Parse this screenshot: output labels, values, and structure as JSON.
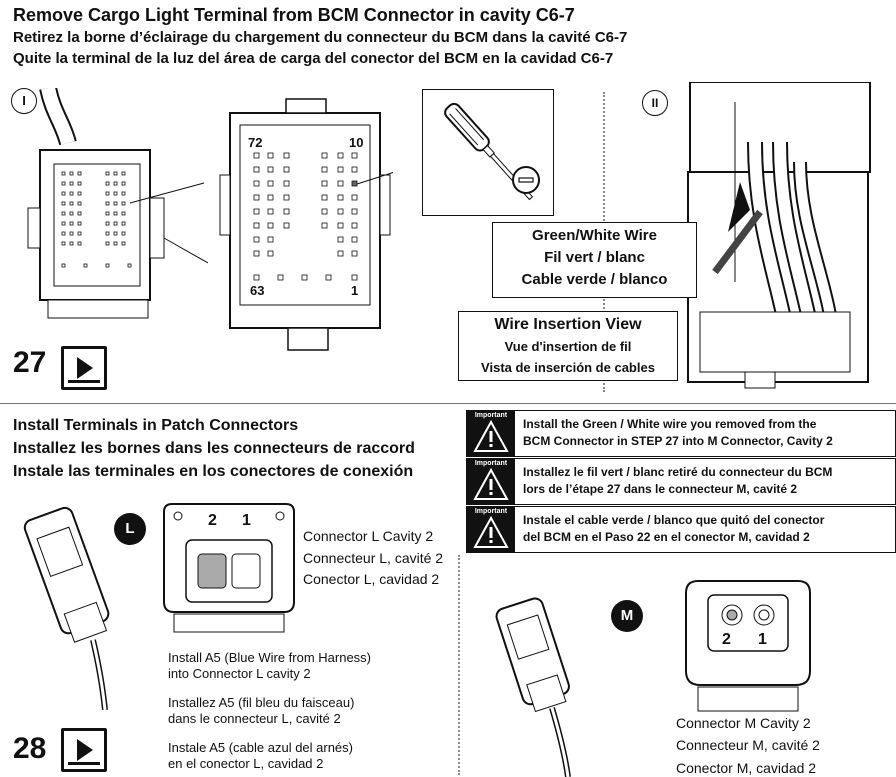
{
  "step27": {
    "title_en": "Remove Cargo Light Terminal from BCM Connector in cavity C6-7",
    "title_fr": "Retirez la borne d’éclairage du chargement du connecteur du BCM dans la cavité C6-7",
    "title_es": "Quite la terminal de la luz del área de carga del conector del BCM en la cavidad C6-7",
    "marker_1": "I",
    "marker_2": "II",
    "pin_top_left": "72",
    "pin_top_right": "10",
    "pin_bottom_left": "63",
    "pin_bottom_right": "1",
    "number": "27",
    "wire_callout": {
      "en": "Green/White Wire",
      "fr": "Fil vert / blanc",
      "es": "Cable verde / blanco"
    },
    "view_callout": {
      "en": "Wire Insertion View",
      "fr": "Vue d'insertion de fil",
      "es": "Vista de inserción de cables"
    }
  },
  "step28": {
    "title_en": "Install Terminals in Patch Connectors",
    "title_fr": "Installez les bornes dans les connecteurs de raccord",
    "title_es": "Instale las terminales en los conectores de conexión",
    "number": "28",
    "important_label": "Important",
    "important": [
      [
        "Install the Green / White wire you removed from the",
        "BCM Connector in STEP 27 into M Connector, Cavity 2"
      ],
      [
        "Installez le fil vert / blanc retiré du connecteur du BCM",
        "lors de l’étape 27 dans le connecteur M, cavité 2"
      ],
      [
        "Instale el cable verde / blanco que quitó del conector",
        "del BCM en el Paso 22 en el conector M, cavidad 2"
      ]
    ],
    "connector_l": {
      "badge": "L",
      "cavity_2": "2",
      "cavity_1": "1",
      "label_en": "Connector L Cavity 2",
      "label_fr": "Connecteur L, cavité 2",
      "label_es": "Conector L, cavidad 2",
      "install_en": [
        "Install A5 (Blue Wire from Harness)",
        "into Connector L cavity 2"
      ],
      "install_fr": [
        "Installez A5 (fil bleu du faisceau)",
        "dans le connecteur L, cavité 2"
      ],
      "install_es": [
        "Instale A5 (cable azul del arnés)",
        "en el conector L, cavidad 2"
      ]
    },
    "connector_m": {
      "badge": "M",
      "cavity_2": "2",
      "cavity_1": "1",
      "label_en": "Connector M Cavity 2",
      "label_fr": "Connecteur M, cavité 2",
      "label_es": "Conector M, cavidad 2"
    }
  },
  "icons": [
    "play-video-icon",
    "warning-triangle-icon",
    "screwdriver-icon"
  ]
}
